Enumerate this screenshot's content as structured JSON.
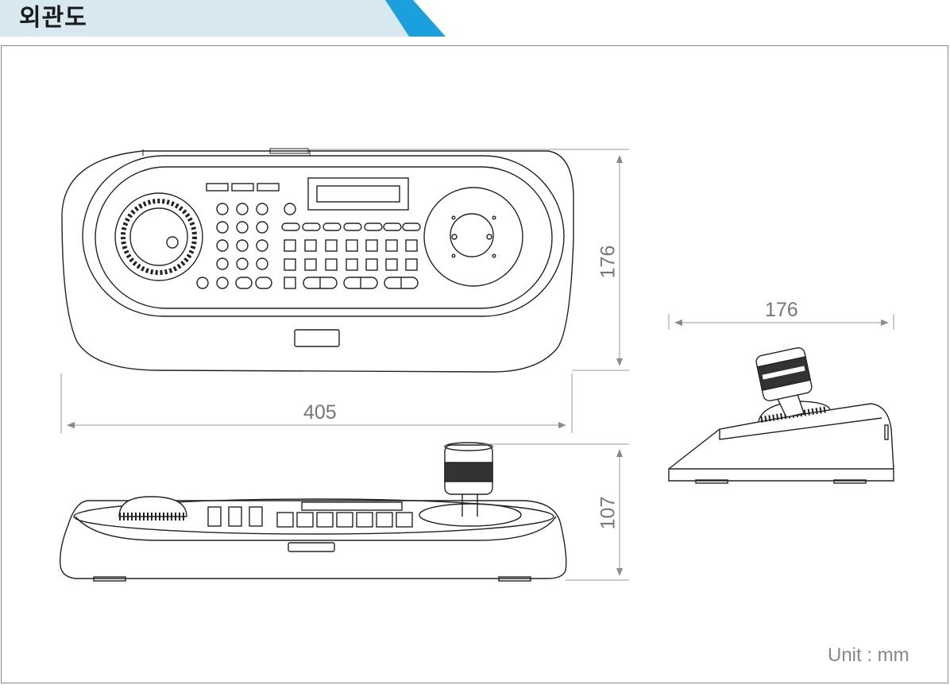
{
  "header": {
    "title": "외관도",
    "accent_color": "#1aa0dc",
    "band_color": "#d8e8f0"
  },
  "dimensions": {
    "top_width": "405",
    "top_depth": "176",
    "side_depth": "176",
    "front_height": "107"
  },
  "unit_label": "Unit : mm"
}
